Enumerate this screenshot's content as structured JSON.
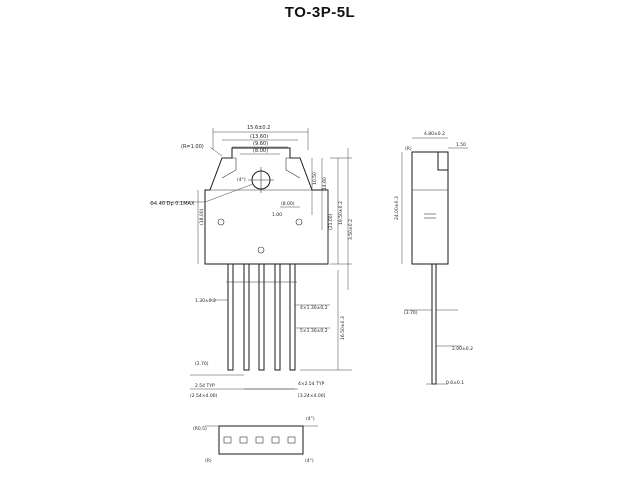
{
  "title": "TO-3P-5L",
  "colors": {
    "line": "#1a1a1a",
    "text": "#222222",
    "background": "#ffffff"
  },
  "front_view": {
    "top_width": "15.6±0.2",
    "inner_width_1": "(13.60)",
    "inner_width_2": "(9.60)",
    "inner_width_3": "(8.00)",
    "notch_label": "(R=1.00)",
    "notch_angle": "(4°)",
    "hole_callout": "Φ4.40 Dp 0.1MAX",
    "dim_18_00": "(18.00)",
    "dim_8_00": "(8.00)",
    "dim_1_00": "1.00",
    "dim_19_50": "19.50±0.2",
    "dim_21_00": "(21.00)",
    "dim_14_60": "14.60",
    "dim_10_50": "10.50",
    "dim_3_50": "3.50±0.2",
    "dim_16_50": "16.50±0.3",
    "lead_width_1": "1.30±0.2",
    "lead_pitch_1": "4×1.30±0.2",
    "lead_pitch_2": "5×1.30±0.2",
    "tip_dim": "(2.70)",
    "pitch_typ": "2.54 TYP",
    "pitch_total": "(2.54×4.00)",
    "pitch_callout": "4×2.54 TYP",
    "pitch_tol": "[3.24×4.00]"
  },
  "side_view": {
    "top_width": "4.80±0.2",
    "tab_thickness": "1.50",
    "body_height": "24.00±0.3",
    "lead_offset": "(3.70)",
    "lead_length": "2.00±0.2",
    "lead_thickness": "0.6±0.1"
  },
  "bottom_view": {
    "corner_left": "(R0.5)",
    "corner_right": "(4°)",
    "mark_left": "(R)",
    "mark_right": "(4°)"
  }
}
